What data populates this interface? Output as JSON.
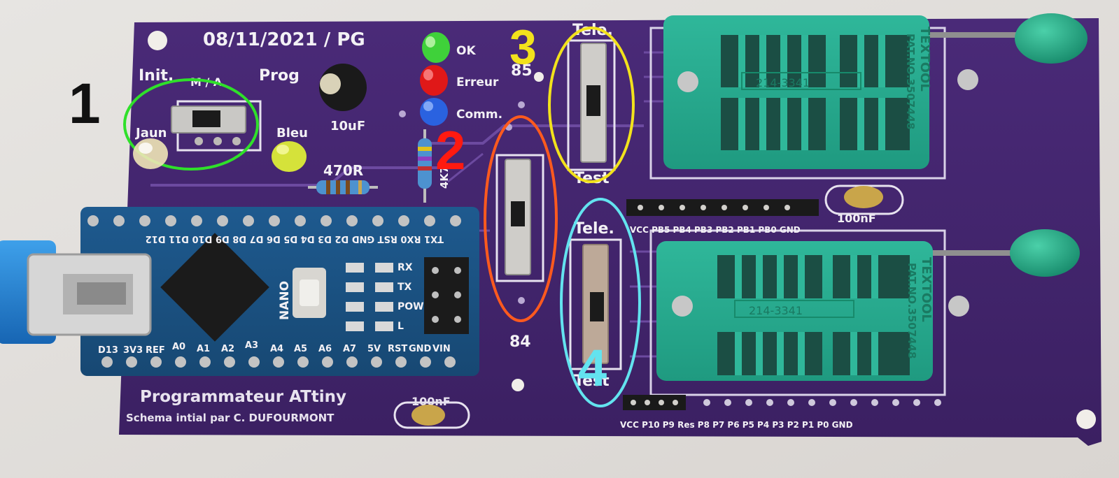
{
  "board": {
    "date_author": "08/11/2021 / PG",
    "title": "Programmateur ATtiny",
    "credit": "Schema intial par C. DUFOURMONT",
    "left_label": "Init.",
    "mode_label": "M / A",
    "prog_label": "Prog",
    "jaune_label": "Jaun",
    "bleu_label": "Bleu",
    "cap_10uf": "10uF",
    "res_470": "470R",
    "res_4k7": "4K7",
    "cap_100nf_top": "100nF",
    "cap_100nf_bottom": "100nF",
    "switch_top_label": "Tele.",
    "switch_top_bottom_label": "Test",
    "switch_bottom_label": "Tele.",
    "switch_bottom_bottom_label": "Test",
    "number_84": "84",
    "number_85": "85",
    "header_top_label": "VCC PB5 PB4 PB3 PB2 PB1 PB0 GND",
    "header_bottom_label": "VCC P10 P9 Res P8 P7 P6 P5 P4 P3 P2 P1 P0 GND"
  },
  "leds": [
    {
      "label": "OK",
      "color": "#3fd13a"
    },
    {
      "label": "Erreur",
      "color": "#e01818"
    },
    {
      "label": "Comm.",
      "color": "#2a62e0"
    }
  ],
  "arduino": {
    "label": "NANO",
    "top_pins": "TX1 RX0 RST GND D2 D3 D4 D5 D6 D7 D8 D9 D10 D11 D12",
    "bottom_pins": [
      "D13",
      "3V3",
      "REF",
      "A0",
      "A1",
      "A2",
      "A3",
      "A4",
      "A5",
      "A6",
      "A7",
      "5V",
      "RST",
      "GND",
      "VIN"
    ],
    "leds": [
      "RX",
      "TX",
      "POW",
      "L"
    ]
  },
  "sockets": [
    {
      "brand": "TEXTOOL",
      "patent": "PAT.NO.3507448",
      "model": "214-3341"
    },
    {
      "brand": "TEXTOOL",
      "patent": "PAT.NO.3507448",
      "model": "214-3341"
    }
  ],
  "annotations": [
    {
      "number": "1",
      "color": "#2fe02a"
    },
    {
      "number": "2",
      "color": "#ff5a1e"
    },
    {
      "number": "3",
      "color": "#f2e21c"
    },
    {
      "number": "4",
      "color": "#63e3ef"
    }
  ]
}
